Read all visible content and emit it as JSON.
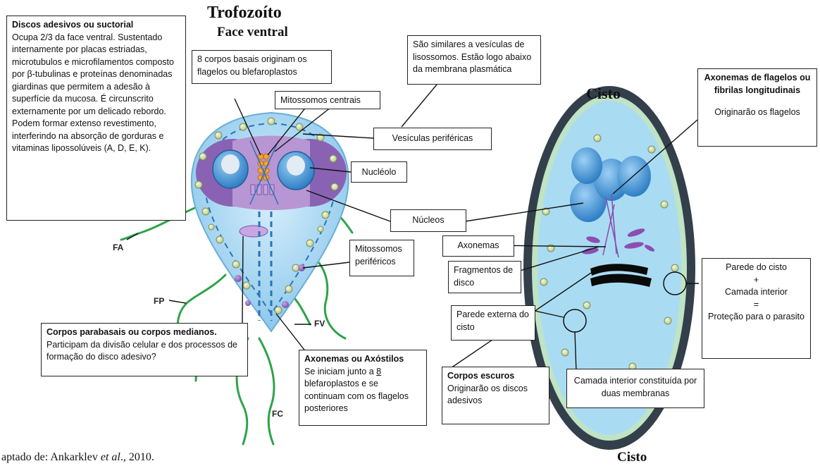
{
  "titles": {
    "trophozoite": "Trofozoíto",
    "ventral_face": "Face ventral",
    "cyst": "Cisto",
    "cyst_bottom": "Cisto"
  },
  "credit": {
    "prefix": "aptado de: Ankarklev",
    "etal": "et al",
    "suffix": "., 2010."
  },
  "flagella_labels": {
    "fa": "FA",
    "fp": "FP",
    "fv": "FV",
    "fc": "FC"
  },
  "boxes": {
    "discos": {
      "title": "Discos adesivos ou suctorial",
      "body": "Ocupa 2/3 da face ventral. Sustentado internamente por placas estriadas, microtubulos e microfilamentos composto por β-tubulinas e proteínas denominadas giardinas que permitem a adesão à superfície da mucosa. É circunscrito externamente por um delicado rebordo.",
      "body2": "Podem formar extenso revestimento, interferindo na absorção de gorduras e vitaminas lipossolúveis (A, D, E, K)."
    },
    "corpos_basais": "8 corpos basais originam os flagelos ou blefaroplastos",
    "mitossomos_centrais": "Mitossomos centrais",
    "vesiculas_desc": "São similares a vesículas de lisossomos. Estão logo abaixo da membrana plasmática",
    "vesiculas_perifericas": "Vesículas periféricas",
    "nucleolo": "Nucléolo",
    "nucleos": "Núcleos",
    "mitossomos_perifericos": "Mitossomos periféricos",
    "axonemas_flagelos": {
      "title": "Axonemas de flagelos ou fibrilas longitudinais",
      "body": "Originarão os flagelos"
    },
    "axonemas": "Axonemas",
    "fragmentos": "Fragmentos de disco",
    "parede_externa": "Parede externa do cisto",
    "parede_cisto": {
      "l1": "Parede do cisto",
      "l2": "+",
      "l3": "Camada interior",
      "l4": "=",
      "l5": "Proteção para o parasito"
    },
    "corpos_parabasais": {
      "title": "Corpos parabasais ou corpos medianos.",
      "body": "Participam da divisão celular e dos processos de formação do disco adesivo?"
    },
    "axostilos": {
      "title": "Axonemas ou Axóstilos",
      "body_a": "Se iniciam junto a",
      "body_num": "8",
      "body_b": "blefaroplastos e se continuam com os flagelos posteriores"
    },
    "corpos_escuros": {
      "title": "Corpos escuros",
      "body": "Originarão os discos adesivos"
    },
    "camada_interior": "Camada interior constituída por duas membranas"
  },
  "colors": {
    "cell_fill": "#a9d8f3",
    "disc_purple": "#8a62b3",
    "disc_light": "#b796d3",
    "nucleus_blue": "#5aa2dc",
    "flagella_green": "#2ea34a",
    "cyst_wall": "#333f4a",
    "cyst_inner_ring": "#bfe3c4",
    "cyst_fill": "#a9dcf3"
  }
}
